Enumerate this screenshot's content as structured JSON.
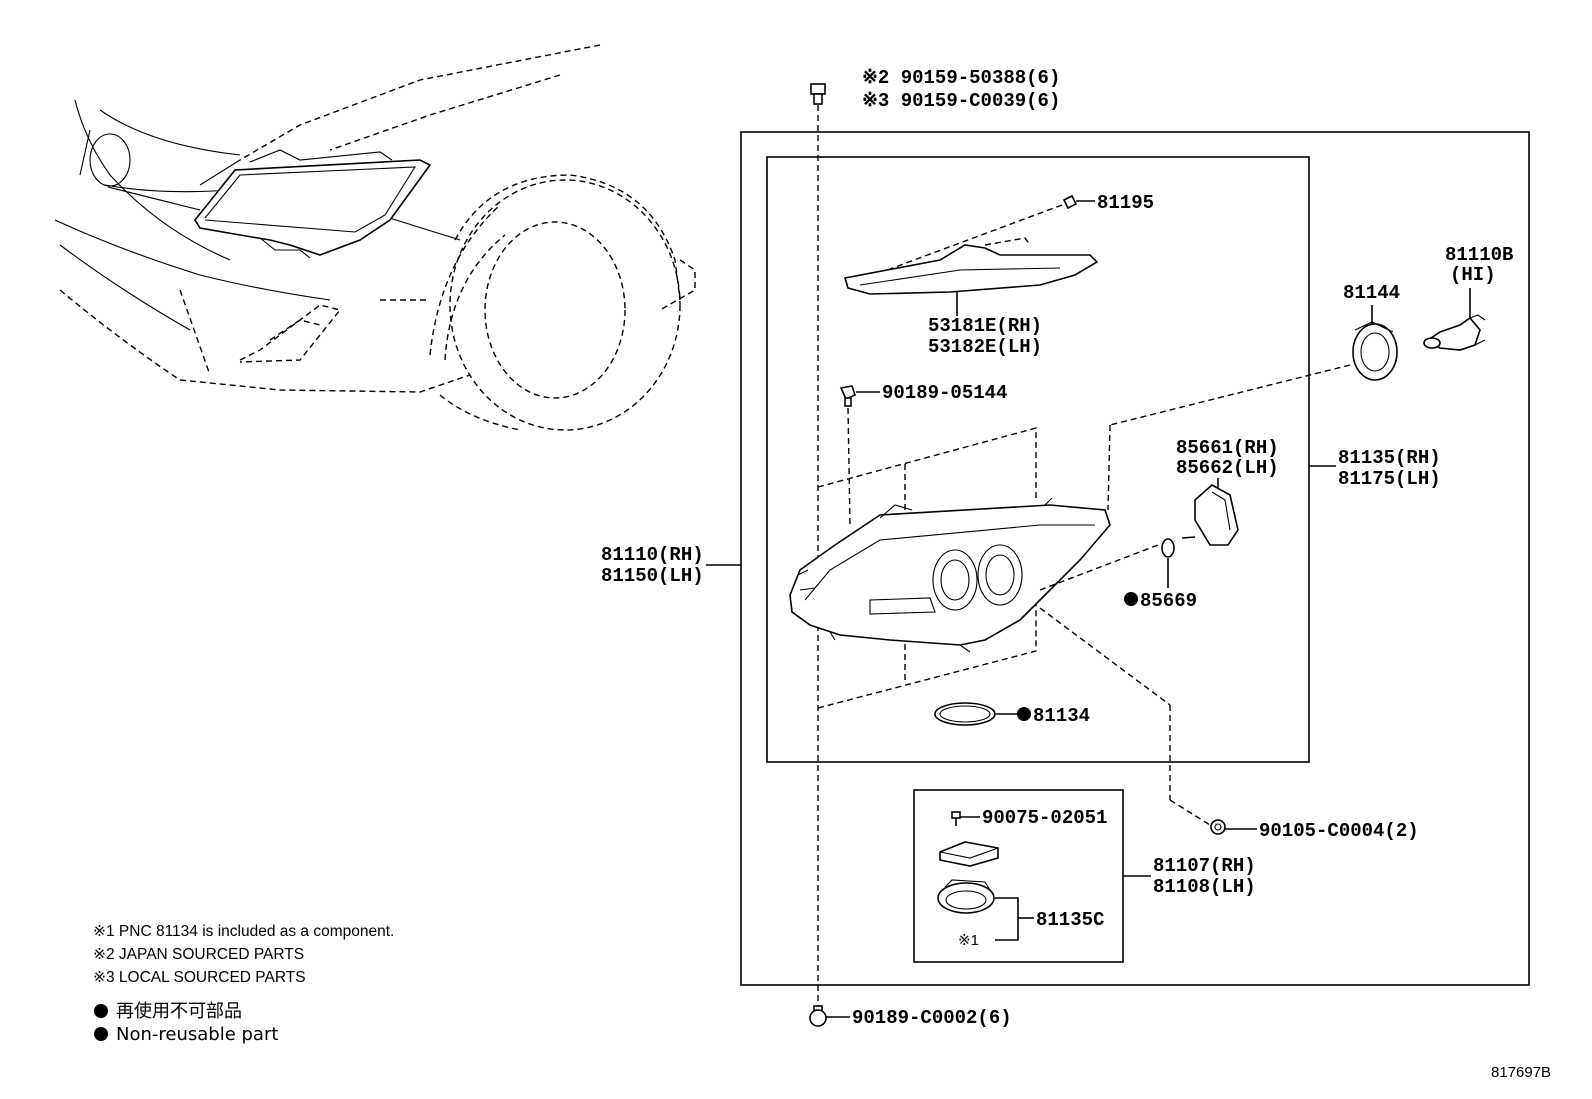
{
  "labels": {
    "bolt_top_line1": "※2 90159-50388(6)",
    "bolt_top_line2": "※3 90159-C0039(6)",
    "p81195": "81195",
    "p53181": "53181E(RH)",
    "p53182": "53182E(LH)",
    "p90189_05144": "90189-05144",
    "p81144": "81144",
    "p81110B": "81110B",
    "p81110B_sub": "(HI)",
    "p85661": "85661(RH)",
    "p85662": "85662(LH)",
    "p81135rh": "81135(RH)",
    "p81175lh": "81175(LH)",
    "p81110rh": "81110(RH)",
    "p81150lh": "81150(LH)",
    "p85669": "85669",
    "p81134": "81134",
    "p90075": "90075-02051",
    "p90105": "90105-C0004(2)",
    "p81107": "81107(RH)",
    "p81108": "81108(LH)",
    "p81135C": "81135C",
    "ref1": "※1",
    "p90189_C0002": "90189-C0002(6)"
  },
  "notes": [
    "※1 PNC 81134 is included as a component.",
    "※2 JAPAN SOURCED PARTS",
    "※3 LOCAL SOURCED PARTS"
  ],
  "legend": {
    "line_jp": "再使用不可部品",
    "line_en": "Non-reusable part"
  },
  "diagram_code": "817697B",
  "colors": {
    "ink": "#000000",
    "paper": "#ffffff"
  }
}
